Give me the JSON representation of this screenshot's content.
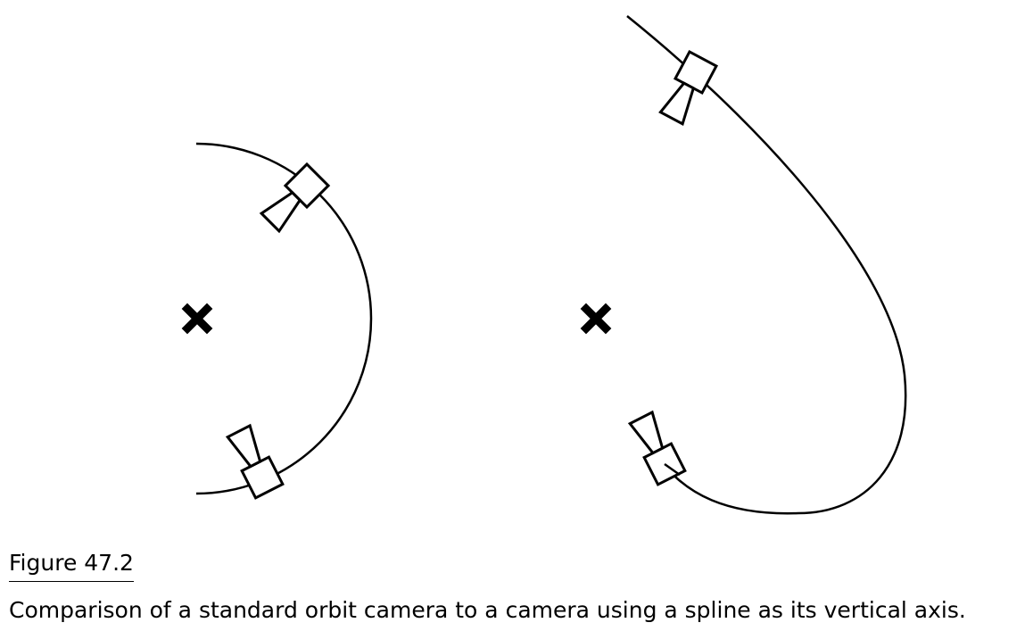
{
  "figure": {
    "label": "Figure 47.2",
    "caption": "Comparison of a standard orbit camera to a camera using a spline as its vertical axis."
  },
  "diagram": {
    "left_panel": {
      "path_type": "circular-arc",
      "target_marker": "x-mark-icon",
      "cameras": [
        "camera-icon",
        "camera-icon"
      ]
    },
    "right_panel": {
      "path_type": "spline",
      "target_marker": "x-mark-icon",
      "cameras": [
        "camera-icon",
        "camera-icon"
      ]
    },
    "colors": {
      "stroke": "#000000",
      "background": "#ffffff"
    }
  }
}
